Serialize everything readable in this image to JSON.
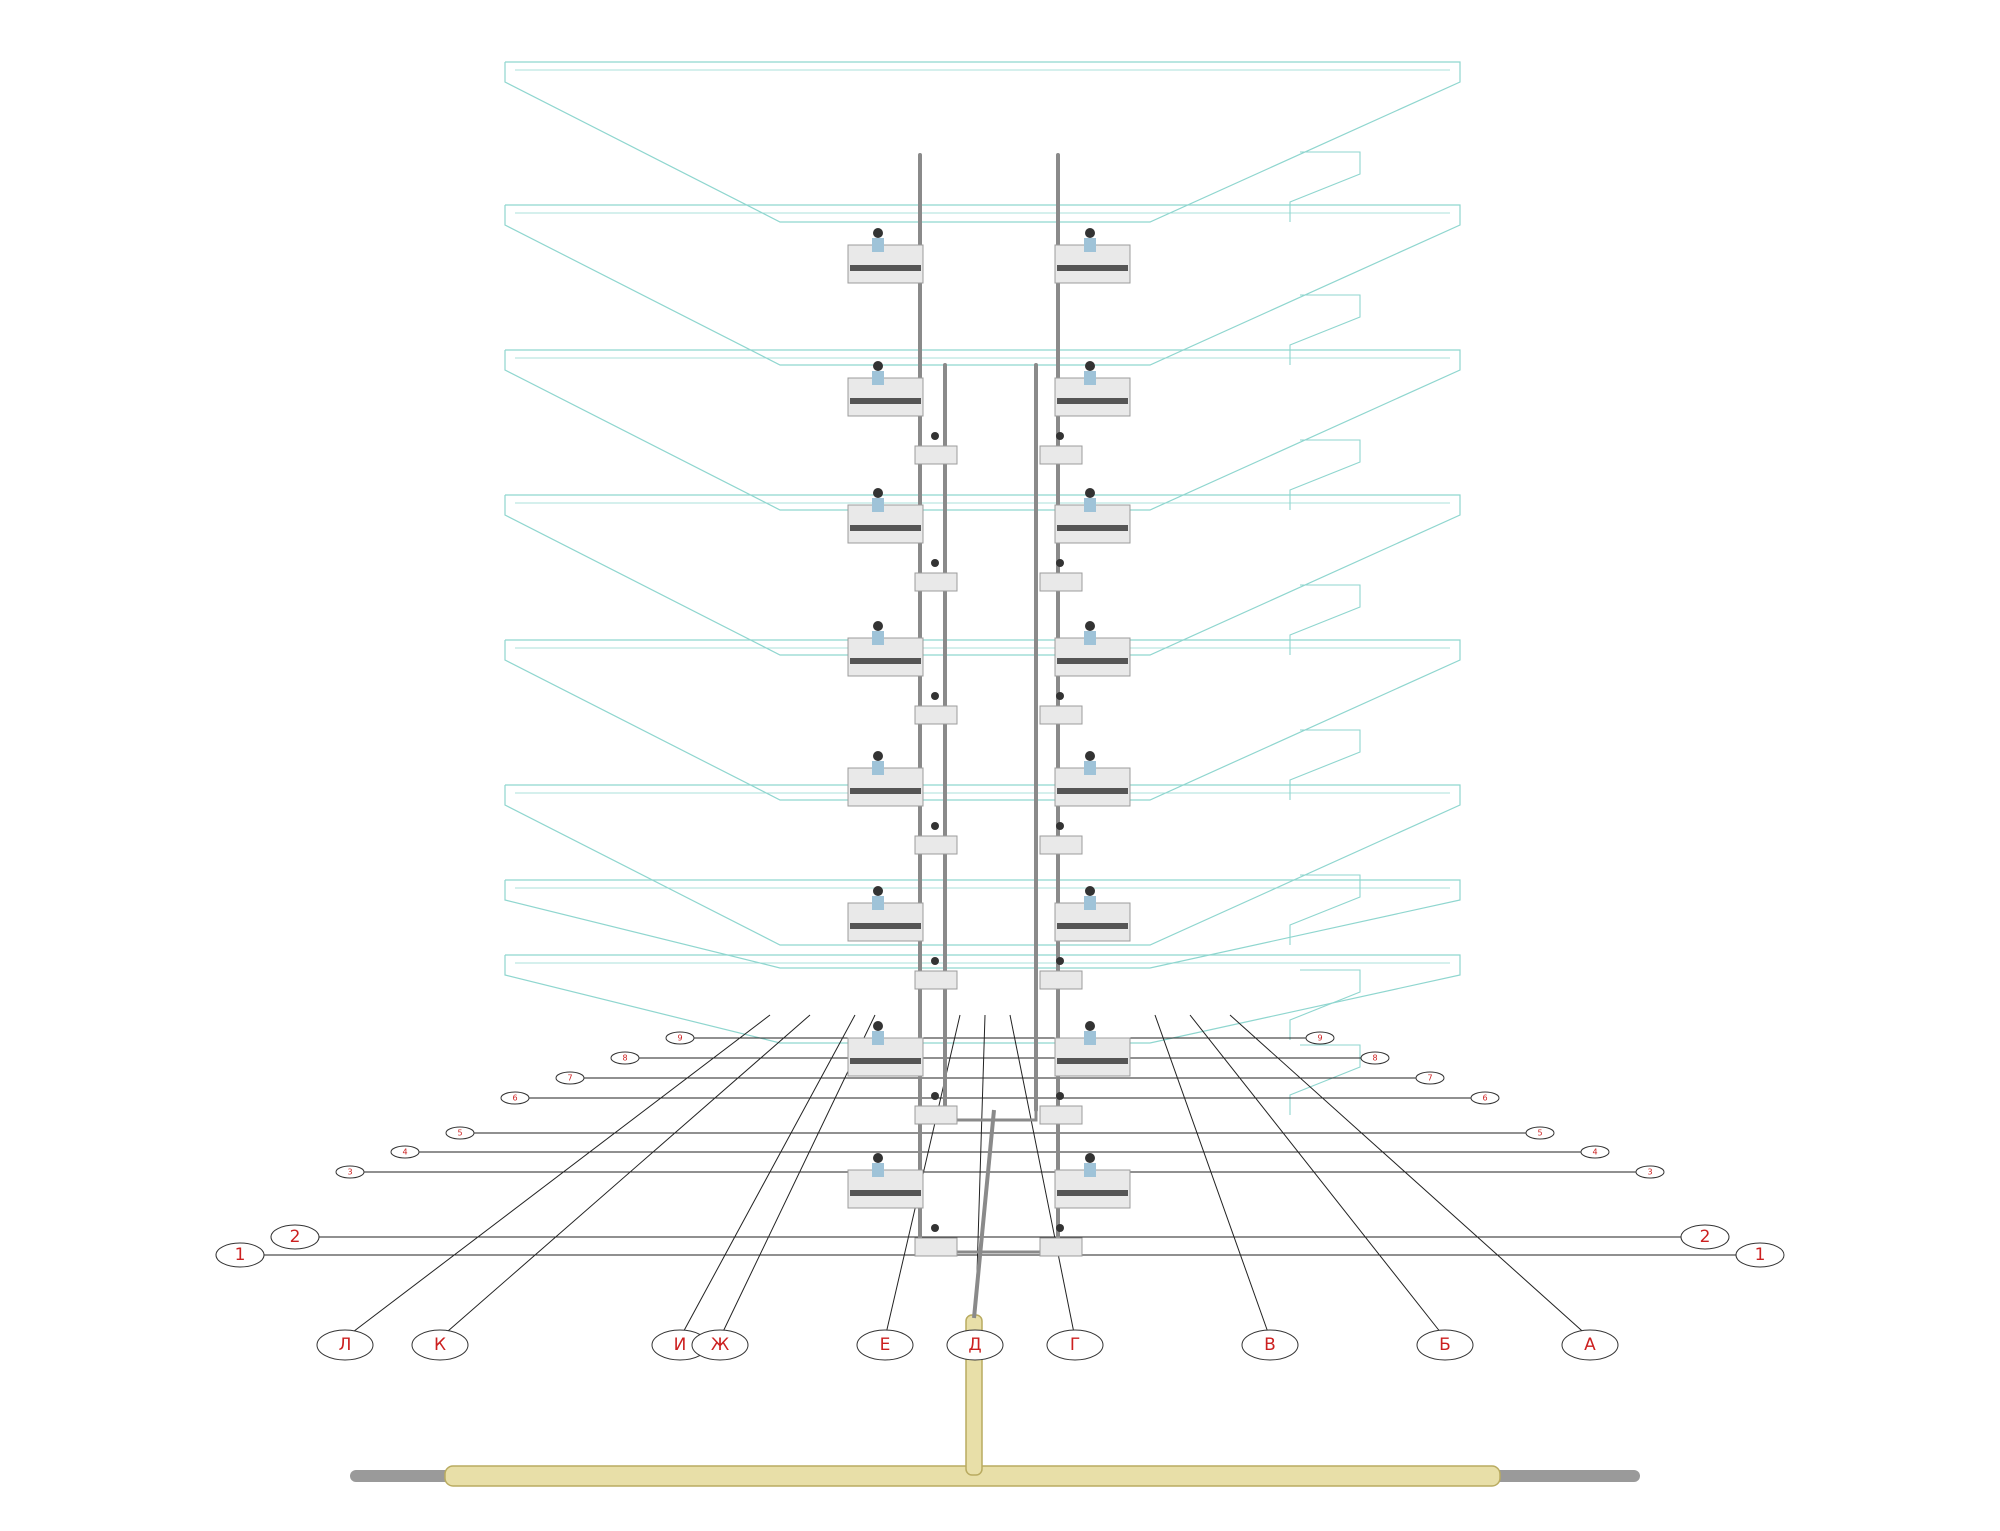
{
  "diagram": {
    "colors": {
      "floor_outline": "#8fd6cf",
      "riser": "#8a8a8a",
      "grid_line": "#222222",
      "label_text": "#cc2020",
      "fixture": "#e9e9e9",
      "fixture_shadow": "#555555",
      "main_pipe": "#e8dfa8",
      "pipe_steel": "#9a9a9a"
    },
    "letter_axes_bottom": [
      "Л",
      "К",
      "И",
      "Ж",
      "Е",
      "Д",
      "Г",
      "В",
      "Б",
      "А"
    ],
    "number_axes_left": [
      "1",
      "2",
      "3",
      "4",
      "5",
      "6",
      "7",
      "8",
      "9"
    ],
    "number_axes_right": [
      "1",
      "2",
      "3",
      "4",
      "5",
      "6",
      "7",
      "8",
      "9"
    ],
    "floor_count": 8,
    "fixture_levels": 7
  }
}
